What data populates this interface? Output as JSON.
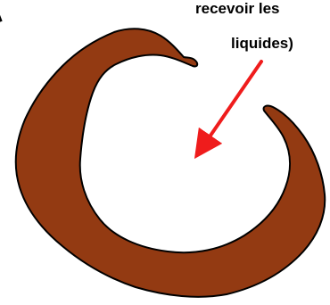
{
  "labels": {
    "partial_word": "ai",
    "caption_line_1": "recevoir les",
    "caption_line_2": "liquides)"
  },
  "colors": {
    "organ_fill": "#933a12",
    "organ_outline": "#000000",
    "arrow": "#ef1c1c",
    "background": "#ffffff",
    "text": "#000000"
  }
}
